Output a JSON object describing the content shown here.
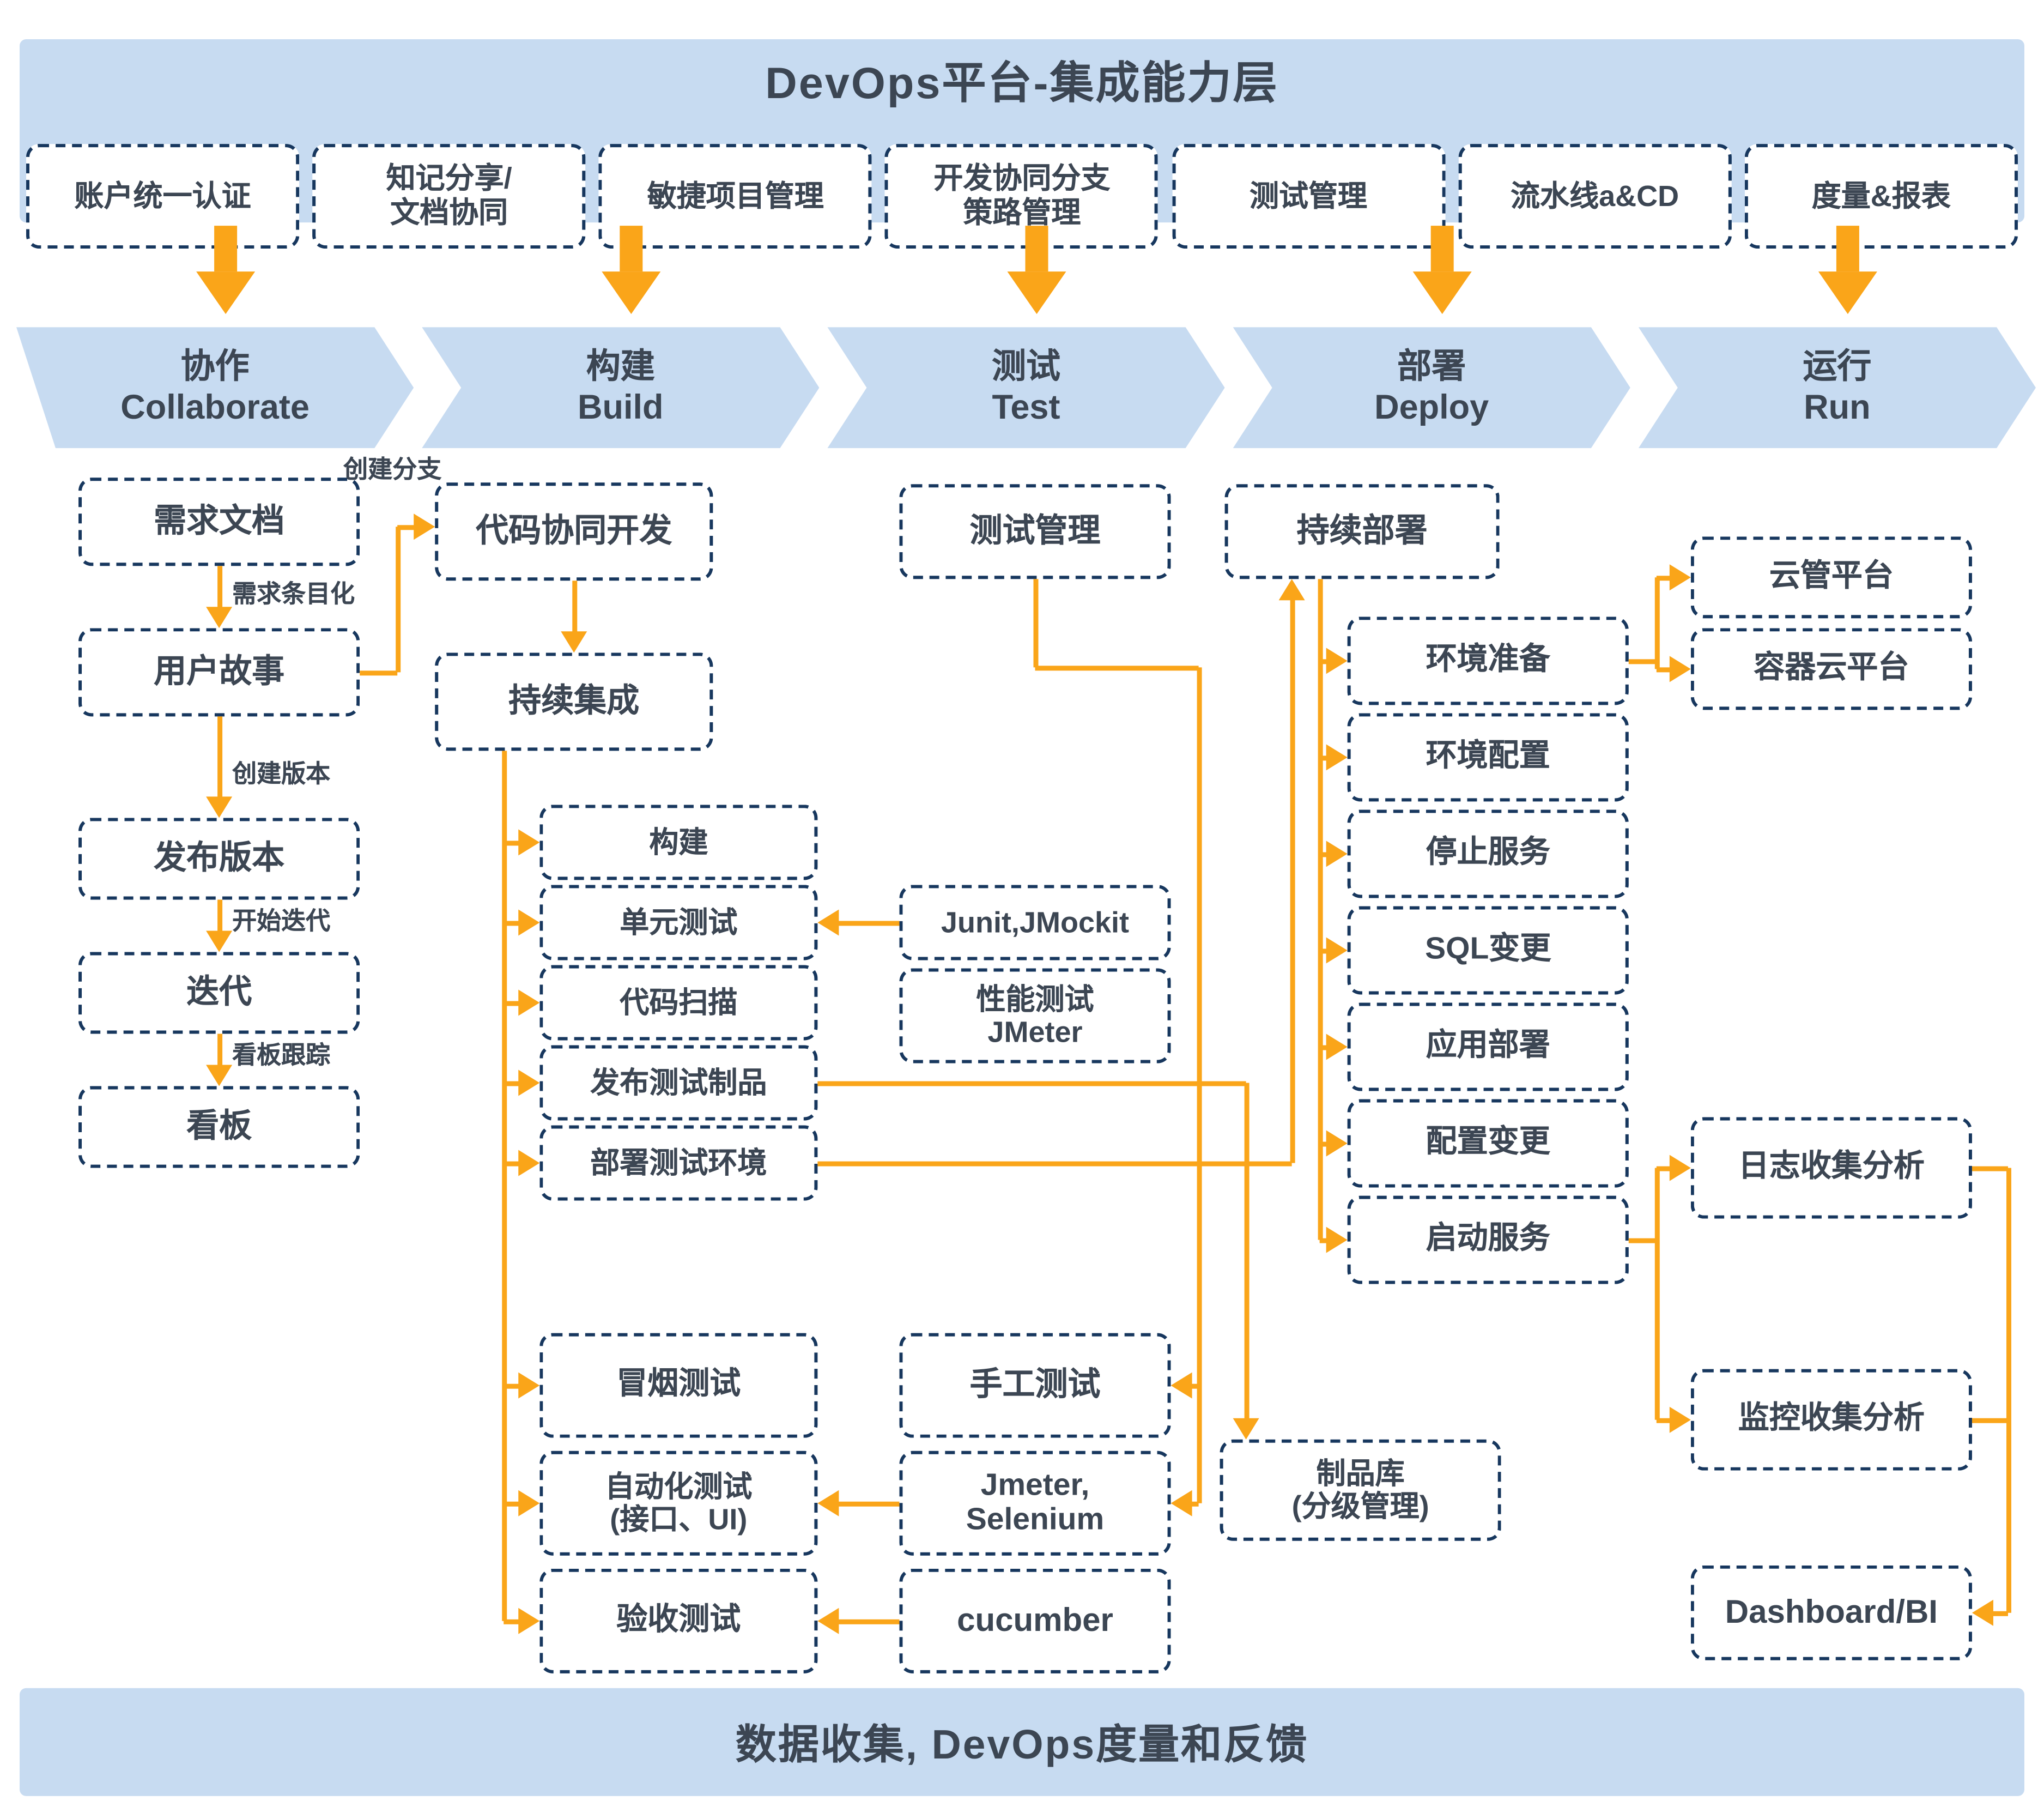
{
  "header": {
    "title": "DevOps平台-集成能力层",
    "capabilities": [
      "账户统一认证",
      "知记分享/\n文档协同",
      "敏捷项目管理",
      "开发协同分支\n策路管理",
      "测试管理",
      "流水线a&CD",
      "度量&报表"
    ]
  },
  "stages": [
    {
      "zh": "协作",
      "en": "Collaborate"
    },
    {
      "zh": "构建",
      "en": "Build"
    },
    {
      "zh": "测试",
      "en": "Test"
    },
    {
      "zh": "部署",
      "en": "Deploy"
    },
    {
      "zh": "运行",
      "en": "Run"
    }
  ],
  "nodes": {
    "req_doc": "需求文档",
    "user_story": "用户故事",
    "release_version": "发布版本",
    "iteration": "迭代",
    "kanban": "看板",
    "code_dev": "代码协同开发",
    "ci": "持续集成",
    "build": "构建",
    "unit_test": "单元测试",
    "code_scan": "代码扫描",
    "publish_artifact": "发布测试制品",
    "deploy_test_env": "部署测试环境",
    "smoke_test": "冒烟测试",
    "auto_test": "自动化测试\n(接口、UI)",
    "accept_test": "验收测试",
    "test_mgmt": "测试管理",
    "junit": "Junit,JMockit",
    "perf_test": "性能测试\nJMeter",
    "manual_test": "手工测试",
    "jmeter_sel": "Jmeter,\nSelenium",
    "cucumber": "cucumber",
    "cd": "持续部署",
    "env_prep": "环境准备",
    "env_config": "环境配置",
    "stop_service": "停止服务",
    "sql_change": "SQL变更",
    "app_deploy": "应用部署",
    "config_change": "配置变更",
    "start_service": "启动服务",
    "artifact_repo": "制品库\n(分级管理)",
    "cloud_mgmt": "云管平台",
    "container_cloud": "容器云平台",
    "log_analysis": "日志收集分析",
    "monitor_analysis": "监控收集分析",
    "dashboard_bi": "Dashboard/BI"
  },
  "edge_labels": {
    "itemize": "需求条目化",
    "create_version": "创建版本",
    "start_iteration": "开始迭代",
    "kanban_track": "看板跟踪",
    "create_branch": "创建分支"
  },
  "footer": {
    "text": "数据收集, DevOps度量和反馈"
  },
  "colors": {
    "accent": "#FAA519",
    "banner": "#C7DBF1",
    "border": "#17375E",
    "text": "#3C4653"
  }
}
